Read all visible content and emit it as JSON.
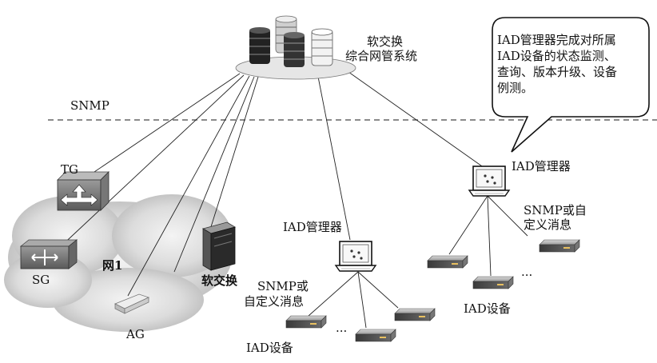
{
  "top_system": {
    "line1": "软交换",
    "line2": "综合网管系统"
  },
  "snmp_boundary_label": "SNMP",
  "callout": {
    "lines": [
      "IAD管理器完成对所属",
      "IAD设备的状态监测、",
      "查询、版本升级、设备",
      "例测。"
    ]
  },
  "devices": {
    "tg": "TG",
    "sg": "SG",
    "ag": "AG",
    "softswitch": "软交换"
  },
  "cloud_label": "网1",
  "iad_manager_right": {
    "label": "IAD管理器",
    "protocol_line1": "SNMP或自",
    "protocol_line2": "定义消息",
    "devices_label": "IAD设备",
    "ellipsis": "..."
  },
  "iad_manager_left": {
    "label": "IAD管理器",
    "protocol_line1": "SNMP或",
    "protocol_line2": "自定义消息",
    "devices_label": "IAD设备",
    "ellipsis": "..."
  }
}
